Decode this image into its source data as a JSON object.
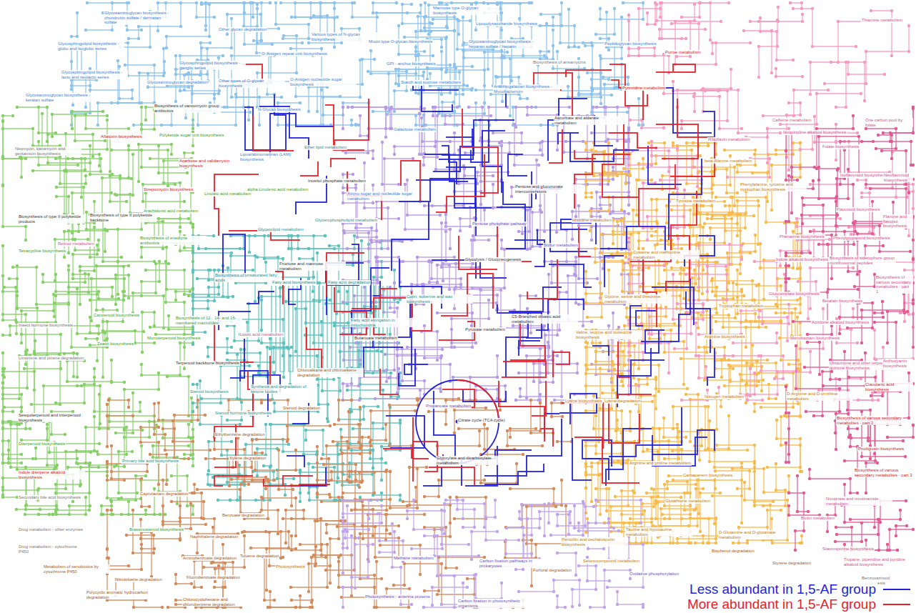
{
  "diagram": {
    "labels": [
      "Glycosaminoglycan biosynthesis - chondroitin sulfate / dermatan sulfate",
      "Other glycan degradation",
      "Various types of N-glycan biosynthesis",
      "Mannose type O-glycan biosynthesis",
      "Lipopolysaccharide biosynthesis",
      "Mucin type O-glycan biosynthesis",
      "Glycosaminoglycan biosynthesis - heparan sulfate / heparin",
      "Peptidoglycan biosynthesis",
      "Glycosphingolipid biosynthesis - globo and isoglobo series",
      "Glycosphingolipid biosynthesis - lacto and neolacto series",
      "Glycosphingolipid biosynthesis - ganglio series",
      "O-Antigen repeat unit biosynthesis",
      "GPI - anchor biosynthesis",
      "Biosynthesis of ansamycins",
      "Glycosaminoglycan degradation",
      "Other types of O-glycan biosynthesis",
      "O-Antigen nucleotide sugar biosynthesis",
      "Starch and sucrose metabolism",
      "Arabinogalactan biosynthesis - Mycobacterium",
      "Glycosaminoglycan biosynthesis - keratan sulfate",
      "N-Glycan biosynthesis",
      "Biosynthesis of vancomycin group antibiotics",
      "Purine metabolism",
      "Pyrimidine metabolism",
      "Thiamine metabolism",
      "Caffeine metabolism",
      "One carbon pool by folate",
      "Isoquinoline alkaloid biosynthesis",
      "Folate biosynthesis",
      "Riboflavin metabolism",
      "beta-Alanine metabolism",
      "Aflatoxin biosynthesis",
      "Neomycin, kanamycin and gentamicin biosynthesis",
      "Polyketide sugar unit biosynthesis",
      "Acarbose and validamycin biosynthesis",
      "Lipoarabinomannan (LAM) biosynthesis",
      "Galactose metabolism",
      "Ascorbate and aldarate metabolism",
      "Ether lipid metabolism",
      "Streptomycin biosynthesis",
      "Arachidonic acid metabolism",
      "Linoleic acid metabolism",
      "alpha-Linolenic acid metabolism",
      "Amino sugar and nucleotide sugar metabolism",
      "Inositol phosphate metabolism",
      "Pentose and glucuronate interconversions",
      "Phenylalanine, tyrosine and tryptophan biosynthesis",
      "Tyrosine metabolism",
      "Glycerolipid metabolism",
      "Glycerophospholipid metabolism",
      "Pentose phosphate pathway",
      "Histidine metabolism",
      "Sulfur metabolism",
      "Cysteine and methionine metabolism",
      "Biosynthesis of type II polyketide products",
      "Biosynthesis of type II polyketide backbone",
      "Retinol metabolism",
      "Tetracycline biosynthesis",
      "Biosynthesis of enediyne antibiotics",
      "Fructose and mannose metabolism",
      "Glycolysis / Gluconeogenesis",
      "Biosynthesis of unsaturated fatty acids",
      "Fatty acid biosynthesis",
      "Fatty acid degradation",
      "Isoflavonoid biosynthesis",
      "Neoflavonoid biosynthesis",
      "Flavonoid biosynthesis",
      "Phenazine biosynthesis",
      "Phenylpropanoid biosynthesis",
      "Flavone and flavonol biosynthesis",
      "Indole alkaloid biosynthesis",
      "Biosynthesis of siderophore group nonribosomal peptides",
      "Biosynthesis of various secondary metabolites - part 1",
      "Glucosinolate biosynthesis",
      "Betalain biosynthesis",
      "Acridone alkaloid biosynthesis",
      "Carotenoid biosynthesis",
      "Biosynthesis of 12-, 14- and 16-membered macrolides",
      "Insect hormone biosynthesis",
      "Monoterpenoid biosynthesis",
      "Zeatin biosynthesis",
      "Limonene and pinene degradation",
      "Lipoic acid metabolism",
      "Fatty acid elongation in mitochondria",
      "Cutin, suberine and wax biosynthesis",
      "Butanoate metabolism",
      "Pyruvate metabolism",
      "C5-Branched dibasic acid metabolism",
      "Glycine, serine and threonine metabolism",
      "Valine, leucine and isoleucine biosynthesis",
      "Tryptophan metabolism",
      "Arginine biosynthesis",
      "Monobactam biosynthesis",
      "Terpenoid backbone biosynthesis",
      "Chloroalkane and chloroalkene degradation",
      "Steroid biosynthesis",
      "Synthesis and degradation of ketone bodies",
      "Steroid hormone biosynthesis",
      "Steroid degradation",
      "Propanoate metabolism",
      "Citrate cycle (TCA cycle)",
      "Lysine biosynthesis",
      "Lysine degradation",
      "Nitrogen metabolism",
      "D-Arginine and D-ornithine metabolism",
      "Ubiquinone and other terpenoid-quinone biosynthesis",
      "Anthocyanin biosynthesis",
      "Clavulanic acid biosynthesis",
      "Biosynthesis of various secondary metabolites - part 2",
      "Prodigiosin biosynthesis",
      "Biosynthesis of various secondary metabolites - part 3",
      "Sesquiterpenoid and triterpenoid biosynthesis",
      "Diterpenoid biosynthesis",
      "Indole diterpene alkaloid biosynthesis",
      "Secondary bile acid biosynthesis",
      "Primary bile acid biosynthesis",
      "Caprolactam degradation",
      "Ethylbenzene degradation",
      "Xylene degradation",
      "Glyoxylate and dicarboxylate metabolism",
      "Arginine and proline metabolism",
      "Carbapenem biosynthesis",
      "Glutathione metabolism",
      "Nicotinate and nicotinamide metabolism",
      "Biotin metabolism",
      "Drug metabolism - other enzymes",
      "Drug metabolism - cytochrome P450",
      "Brassinosteroid biosynthesis",
      "Naphthalene degradation",
      "Benzoate degradation",
      "Aminobenzoate degradation",
      "Toluene degradation",
      "Metabolism of xenobiotics by cytochrome P450",
      "Nitrotoluene degradation",
      "Fluorobenzoate degradation",
      "Polycyclic aromatic hydrocarbon degradation",
      "Chlorocyclohexane and chlorobenzene degradation",
      "Photosynthesis",
      "Methane metabolism",
      "Photosynthesis - antenna proteins",
      "Carbon fixation pathways in prokaryotes",
      "Carbon fixation in photosynthetic organisms",
      "Furfural degradation",
      "Penicillin and cephalosporin biosynthesis",
      "Taurine and hypotaurine metabolism",
      "Selenocompound metabolism",
      "D-Glutamine and D-glutamate metabolism",
      "Bisphenol degradation",
      "Oxidative phosphorylation",
      "Styrene degradation",
      "Staurosporine biosynthesis",
      "Tropane, piperidine and pyridine alkaloid biosynthesis",
      "Benzoxazinoid biosynthesis"
    ],
    "legend": [
      {
        "text": "Less abundant in 1,5-AF group"
      },
      {
        "text": "More abundant in 1,5-AF group"
      }
    ]
  }
}
